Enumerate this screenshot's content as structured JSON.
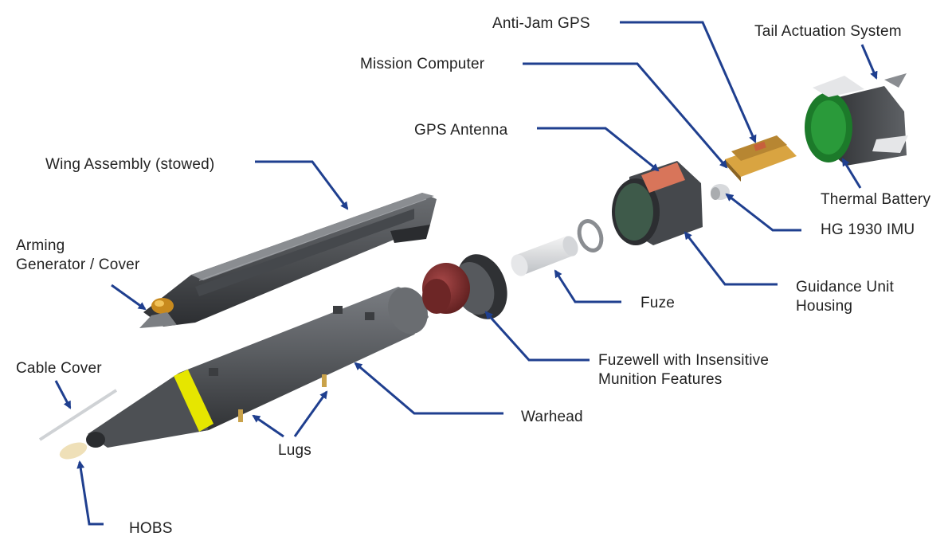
{
  "colors": {
    "background": "#ffffff",
    "leader_line": "#1f3f8f",
    "text": "#222222",
    "body_gray": "#55585c",
    "dark_gray": "#3b3d40",
    "yellow_band": "#e6e600",
    "warhead_nose_red": "#7a2b2b",
    "circuit_green": "#1c7a2a",
    "pcb_gold": "#d9a441",
    "copper_pad": "#d8755a",
    "brass_lug": "#c9a24a"
  },
  "labels": {
    "anti_jam_gps": "Anti-Jam GPS",
    "tail_actuation": "Tail Actuation System",
    "mission_computer": "Mission Computer",
    "gps_antenna": "GPS Antenna",
    "thermal_battery": "Thermal Battery",
    "wing_assembly": "Wing Assembly (stowed)",
    "hg1930_imu": "HG 1930 IMU",
    "arming_generator": [
      "Arming",
      "Generator / Cover"
    ],
    "guidance_unit": [
      "Guidance Unit",
      "Housing"
    ],
    "fuze": "Fuze",
    "fuzewell": [
      "Fuzewell with Insensitive",
      "Munition Features"
    ],
    "cable_cover": "Cable Cover",
    "warhead": "Warhead",
    "lugs": "Lugs",
    "hobs": "HOBS"
  },
  "icons": {
    "arrowhead": "arrowhead-icon"
  }
}
